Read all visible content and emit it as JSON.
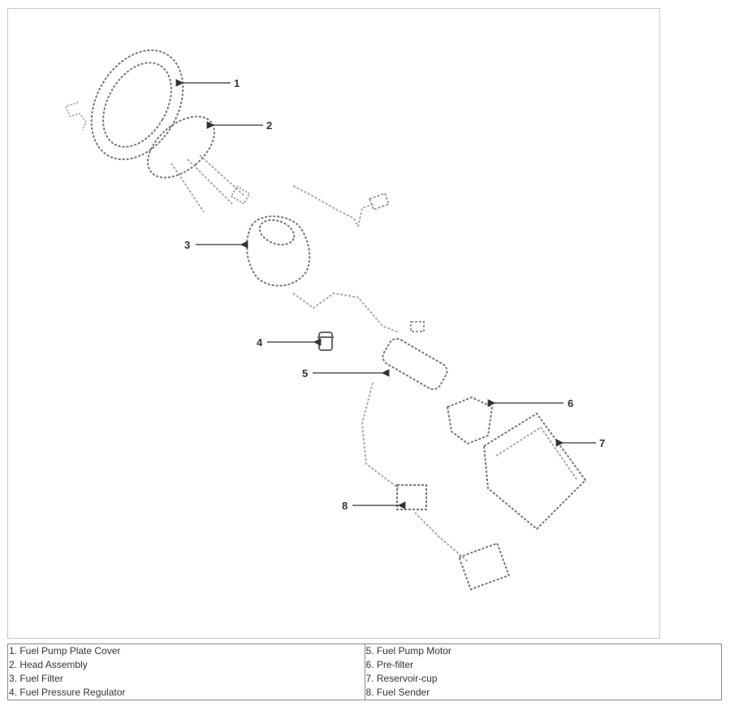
{
  "callouts": [
    "1",
    "2",
    "3",
    "4",
    "5",
    "6",
    "7",
    "8"
  ],
  "legend": {
    "left": [
      "1. Fuel Pump Plate Cover",
      "2. Head Assembly",
      "3. Fuel Filter",
      "4. Fuel Pressure Regulator"
    ],
    "right": [
      "5. Fuel Pump Motor",
      "6. Pre-filter",
      "7. Reservoir-cup",
      "8. Fuel Sender"
    ]
  }
}
